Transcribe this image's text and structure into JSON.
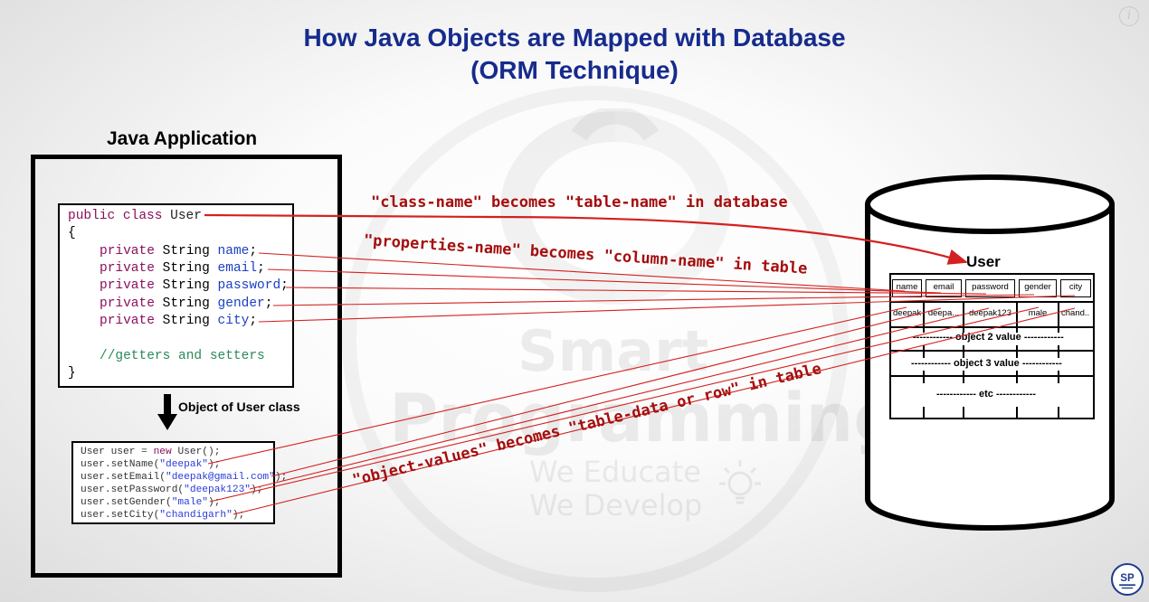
{
  "title": {
    "line1": "How Java Objects are Mapped with Database",
    "line2": "(ORM Technique)"
  },
  "watermark": {
    "brand1": "Smart",
    "brand2": "Programming",
    "tag1": "We Educate",
    "tag2": "We Develop"
  },
  "java_app": {
    "heading": "Java Application",
    "class_code": [
      "public class User",
      "{",
      "private String name;",
      "private String email;",
      "private String password;",
      "private String gender;",
      "private String city;",
      "",
      "//getters and setters",
      "}"
    ],
    "arrow_label": "Object of User class",
    "object_code": {
      "decl": "User user = new User();",
      "calls": [
        {
          "method": "user.setName(",
          "value": "\"deepak\"",
          "end": ");"
        },
        {
          "method": "user.setEmail(",
          "value": "\"deepak@gmail.com\"",
          "end": ");"
        },
        {
          "method": "user.setPassword(",
          "value": "\"deepak123\"",
          "end": ");"
        },
        {
          "method": "user.setGender(",
          "value": "\"male\"",
          "end": ");"
        },
        {
          "method": "user.setCity(",
          "value": "\"chandigarh\"",
          "end": ");"
        }
      ]
    }
  },
  "mapping_labels": {
    "class_to_table": "\"class-name\" becomes \"table-name\" in database",
    "props_to_columns": "\"properties-name\" becomes \"column-name\" in table",
    "values_to_rows": "\"object-values\" becomes \"table-data or row\" in table"
  },
  "database": {
    "table_name": "User",
    "columns": [
      "name",
      "email",
      "password",
      "gender",
      "city"
    ],
    "row1": [
      "deepak",
      "deepa...",
      "deepak123",
      "male",
      "chand..."
    ],
    "row2_label": "------------ object 2 value ------------",
    "row3_label": "------------ object 3 value ------------",
    "row4_label": "------------ etc ------------"
  },
  "colors": {
    "title": "#162b8c",
    "mapping_red": "#a50d0d",
    "connector_red": "#d42020"
  },
  "icons": [
    "info-icon",
    "lightbulb-icon",
    "down-arrow-icon",
    "channel-logo-icon"
  ]
}
